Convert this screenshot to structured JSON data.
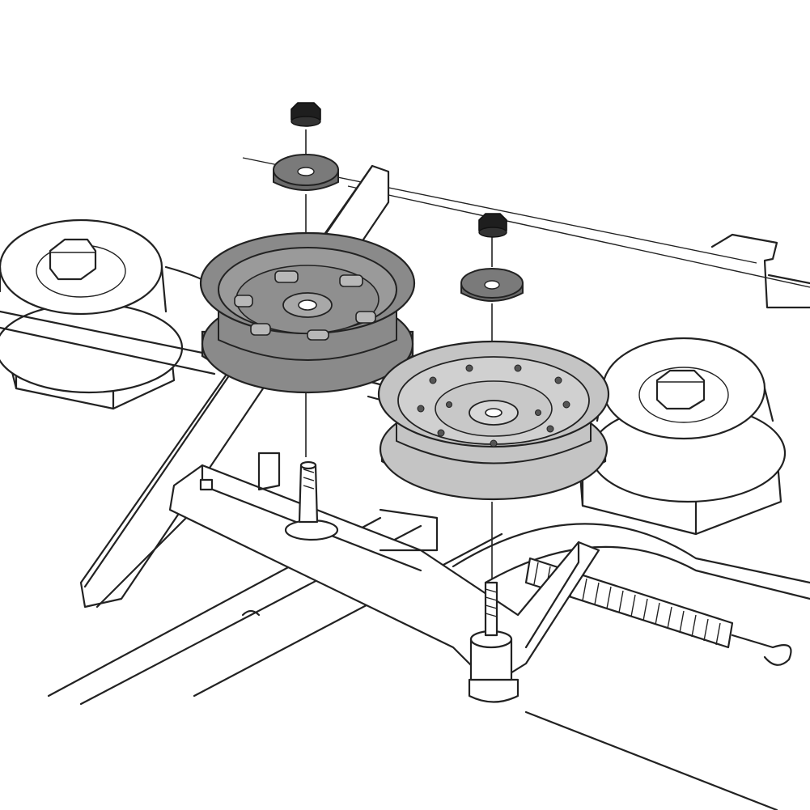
{
  "figure": {
    "colors": {
      "line": "#222222",
      "background": "#ffffff",
      "dark_pulley": "#8a8a8a",
      "light_pulley": "#c4c4c4",
      "washer": "#6a6a6a",
      "nut": "#1e1e1e"
    },
    "parts": {
      "dark_idler_pulley": "dark-idler-pulley",
      "light_idler_pulley": "light-idler-pulley",
      "left_spindle_pulley": "left-spindle-pulley",
      "right_spindle_pulley": "right-spindle-pulley",
      "idler_arm": "idler-arm-bracket",
      "tension_spring": "tension-spring",
      "deck_belt": "deck-belt"
    }
  }
}
